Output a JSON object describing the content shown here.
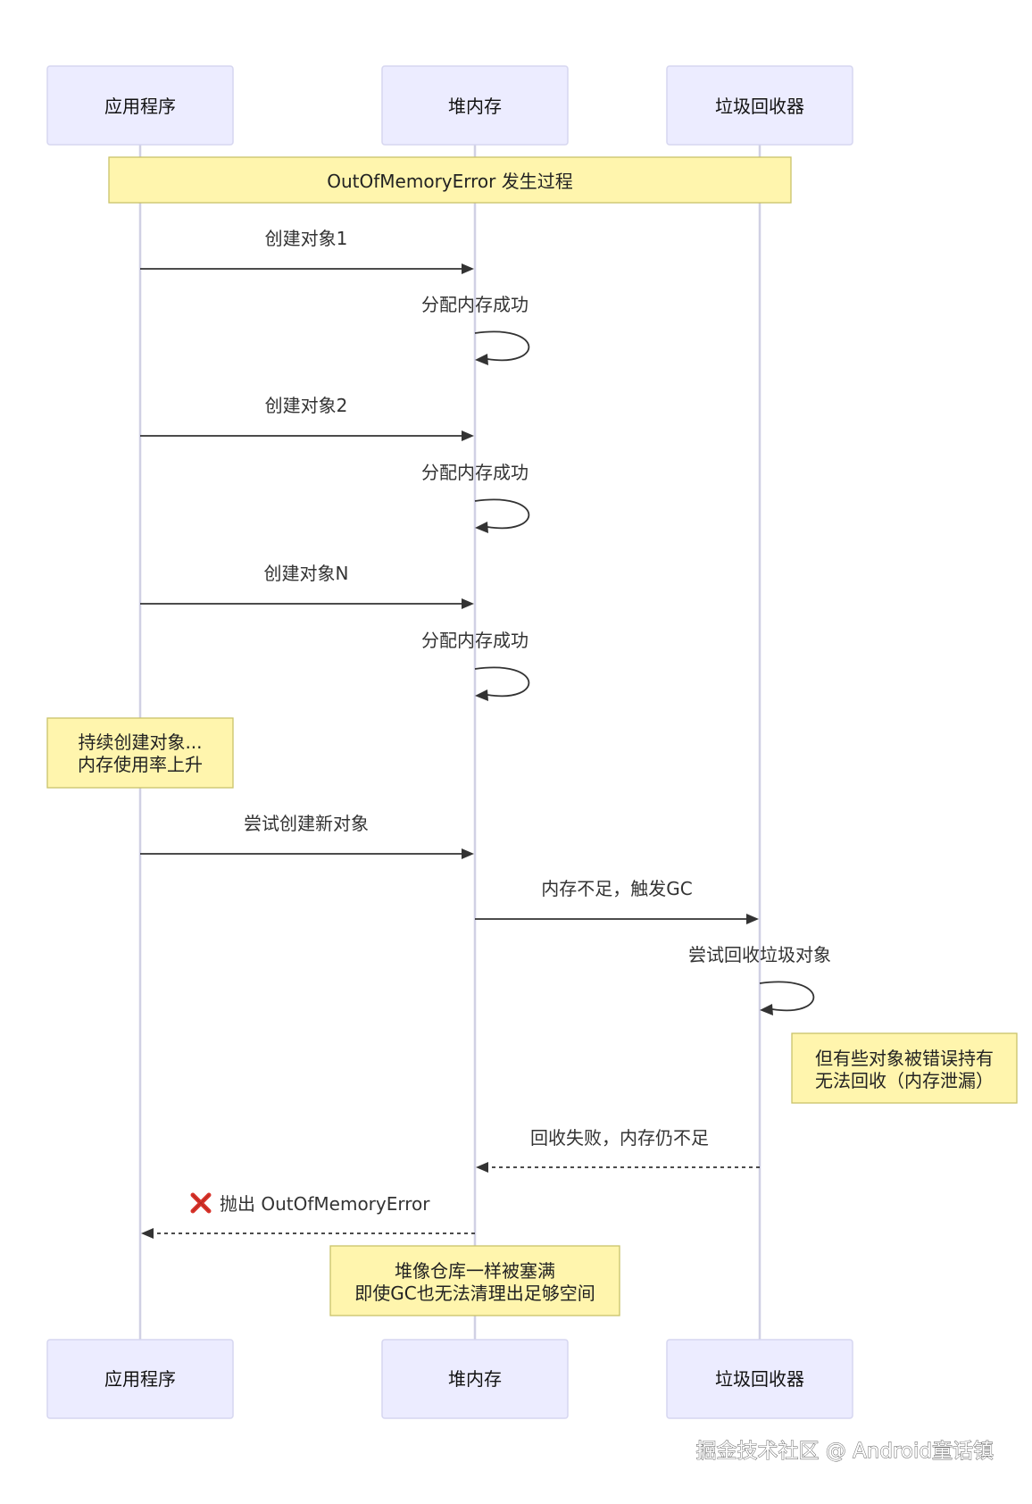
{
  "actors": [
    {
      "id": "app",
      "label": "应用程序"
    },
    {
      "id": "heap",
      "label": "堆内存"
    },
    {
      "id": "gc",
      "label": "垃圾回收器"
    }
  ],
  "notes": {
    "title": "OutOfMemoryError 发生过程",
    "app_note": [
      "持续创建对象...",
      "内存使用率上升"
    ],
    "gc_note": [
      "但有些对象被错误持有",
      "无法回收（内存泄漏）"
    ],
    "heap_note": [
      "堆像仓库一样被塞满",
      "即使GC也无法清理出足够空间"
    ]
  },
  "messages": {
    "create1": "创建对象1",
    "alloc1": "分配内存成功",
    "create2": "创建对象2",
    "alloc2": "分配内存成功",
    "createN": "创建对象N",
    "allocN": "分配内存成功",
    "try_create": "尝试创建新对象",
    "trigger_gc": "内存不足，触发GC",
    "try_collect": "尝试回收垃圾对象",
    "collect_fail": "回收失败，内存仍不足",
    "throw_oom": "抛出 OutOfMemoryError"
  },
  "icons": {
    "error": "cross-mark-icon"
  },
  "watermark": "掘金技术社区 @ Android童话镇"
}
